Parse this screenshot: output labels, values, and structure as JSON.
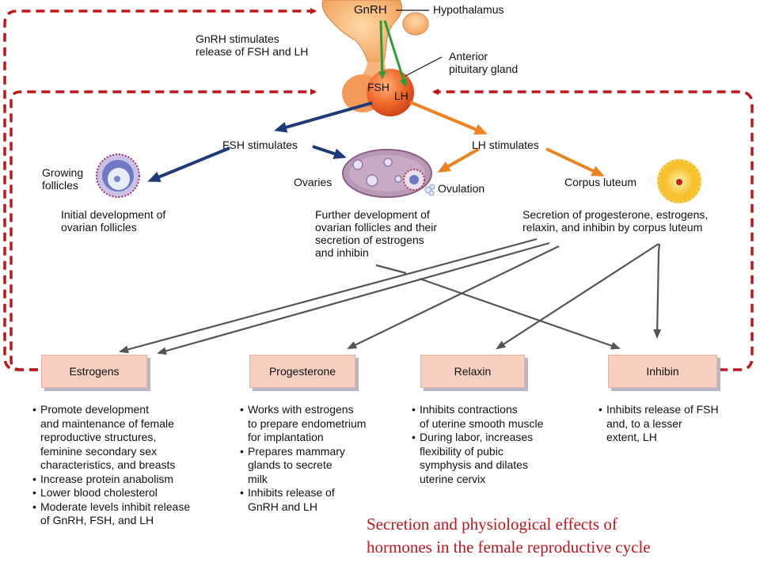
{
  "colors": {
    "feedback": "#c0161b",
    "fsh_arrow": "#1f3a78",
    "lh_arrow": "#ee8221",
    "gnrh_arrow": "#2d9c3a",
    "effect_arrow": "#555555",
    "caption": "#c0161b",
    "hormone_box": "#f7cfc0"
  },
  "labels": {
    "gnrh": "GnRH",
    "hypothalamus": "Hypothalamus",
    "gnrh_note": "GnRH stimulates\nrelease of FSH and LH",
    "anterior_pituitary": "Anterior\npituitary gland",
    "fsh": "FSH",
    "lh": "LH",
    "fsh_stimulates": "FSH stimulates",
    "lh_stimulates": "LH stimulates",
    "growing_follicles": "Growing\nfollicles",
    "ovaries": "Ovaries",
    "ovulation": "Ovulation",
    "corpus_luteum": "Corpus luteum"
  },
  "descriptions": {
    "follicles": "Initial development of\novarian follicles",
    "ovaries": "Further development of\novarian follicles and their\nsecretion of estrogens\nand inhibin",
    "corpus_luteum": "Secretion of progesterone, estrogens,\nrelaxin, and inhibin by corpus luteum"
  },
  "hormones": [
    {
      "name": "Estrogens",
      "effects": [
        "Promote development\nand maintenance of female\nreproductive structures,\nfeminine secondary sex\ncharacteristics, and breasts",
        "Increase protein anabolism",
        "Lower blood cholesterol",
        "Moderate levels inhibit release\nof GnRH, FSH, and LH"
      ]
    },
    {
      "name": "Progesterone",
      "effects": [
        "Works with estrogens\nto prepare endometrium\nfor implantation",
        "Prepares mammary\nglands to secrete\nmilk",
        "Inhibits release of\nGnRH and LH"
      ]
    },
    {
      "name": "Relaxin",
      "effects": [
        "Inhibits contractions\nof uterine smooth muscle",
        "During labor, increases\nflexibility of pubic\nsymphysis and dilates\nuterine cervix"
      ]
    },
    {
      "name": "Inhibin",
      "effects": [
        "Inhibits release of FSH\nand, to a lesser\nextent, LH"
      ]
    }
  ],
  "caption": "Secretion and physiological effects of\nhormones in the female reproductive cycle"
}
